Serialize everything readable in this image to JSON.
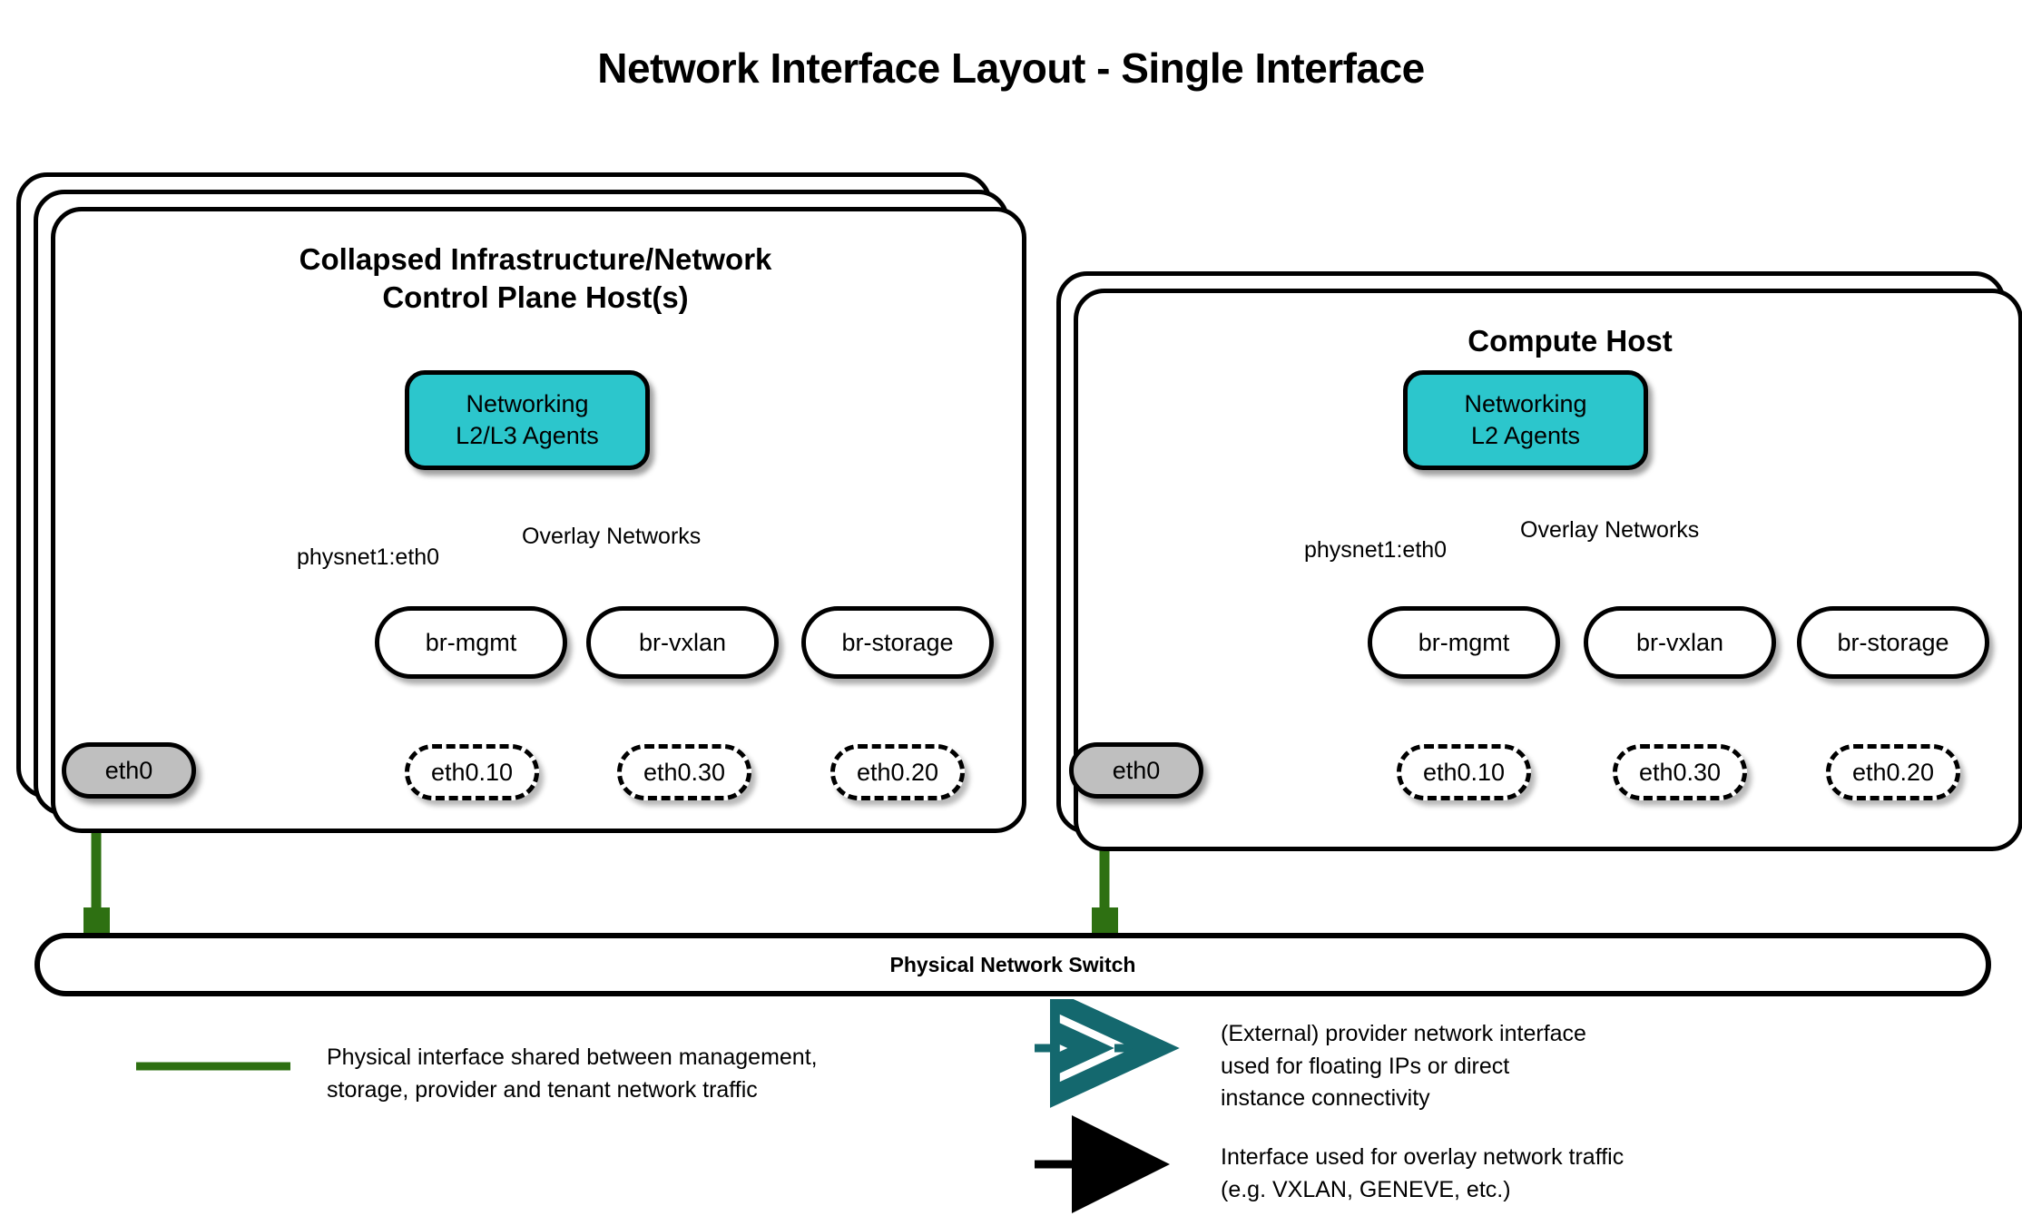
{
  "title": "Network Interface Layout - Single Interface",
  "colors": {
    "agent_fill": "#2CC6CC",
    "nic_fill": "#BFBFBF",
    "physical_green": "#2E7012",
    "provider_teal": "#14686E",
    "overlay_black": "#000000",
    "stroke": "#000000",
    "background": "#FFFFFF"
  },
  "hosts": [
    {
      "id": "control-plane",
      "title": "Collapsed Infrastructure/Network\nControl Plane Host(s)",
      "stack_count": 3,
      "agent": {
        "label": "Networking\nL2/L3 Agents"
      },
      "provider_label": "physnet1:eth0",
      "overlay_label": "Overlay Networks",
      "nic": {
        "label": "eth0"
      },
      "bridges": [
        {
          "bridge": "br-mgmt",
          "vlan": "eth0.10"
        },
        {
          "bridge": "br-vxlan",
          "vlan": "eth0.30"
        },
        {
          "bridge": "br-storage",
          "vlan": "eth0.20"
        }
      ]
    },
    {
      "id": "compute",
      "title": "Compute Host",
      "stack_count": 2,
      "agent": {
        "label": "Networking\nL2 Agents"
      },
      "provider_label": "physnet1:eth0",
      "overlay_label": "Overlay Networks",
      "nic": {
        "label": "eth0"
      },
      "bridges": [
        {
          "bridge": "br-mgmt",
          "vlan": "eth0.10"
        },
        {
          "bridge": "br-vxlan",
          "vlan": "eth0.30"
        },
        {
          "bridge": "br-storage",
          "vlan": "eth0.20"
        }
      ]
    }
  ],
  "switch": {
    "label": "Physical Network Switch"
  },
  "legend": [
    {
      "id": "physical",
      "marker": "solid-green-line",
      "text": "Physical interface shared between management,\nstorage, provider and tenant network traffic"
    },
    {
      "id": "provider",
      "marker": "dashed-teal-double-arrow",
      "text": "(External) provider network interface\nused for floating IPs or direct\ninstance connectivity"
    },
    {
      "id": "overlay",
      "marker": "solid-black-double-arrow",
      "text": "Interface used for overlay network traffic\n(e.g. VXLAN, GENEVE, etc.)"
    }
  ]
}
